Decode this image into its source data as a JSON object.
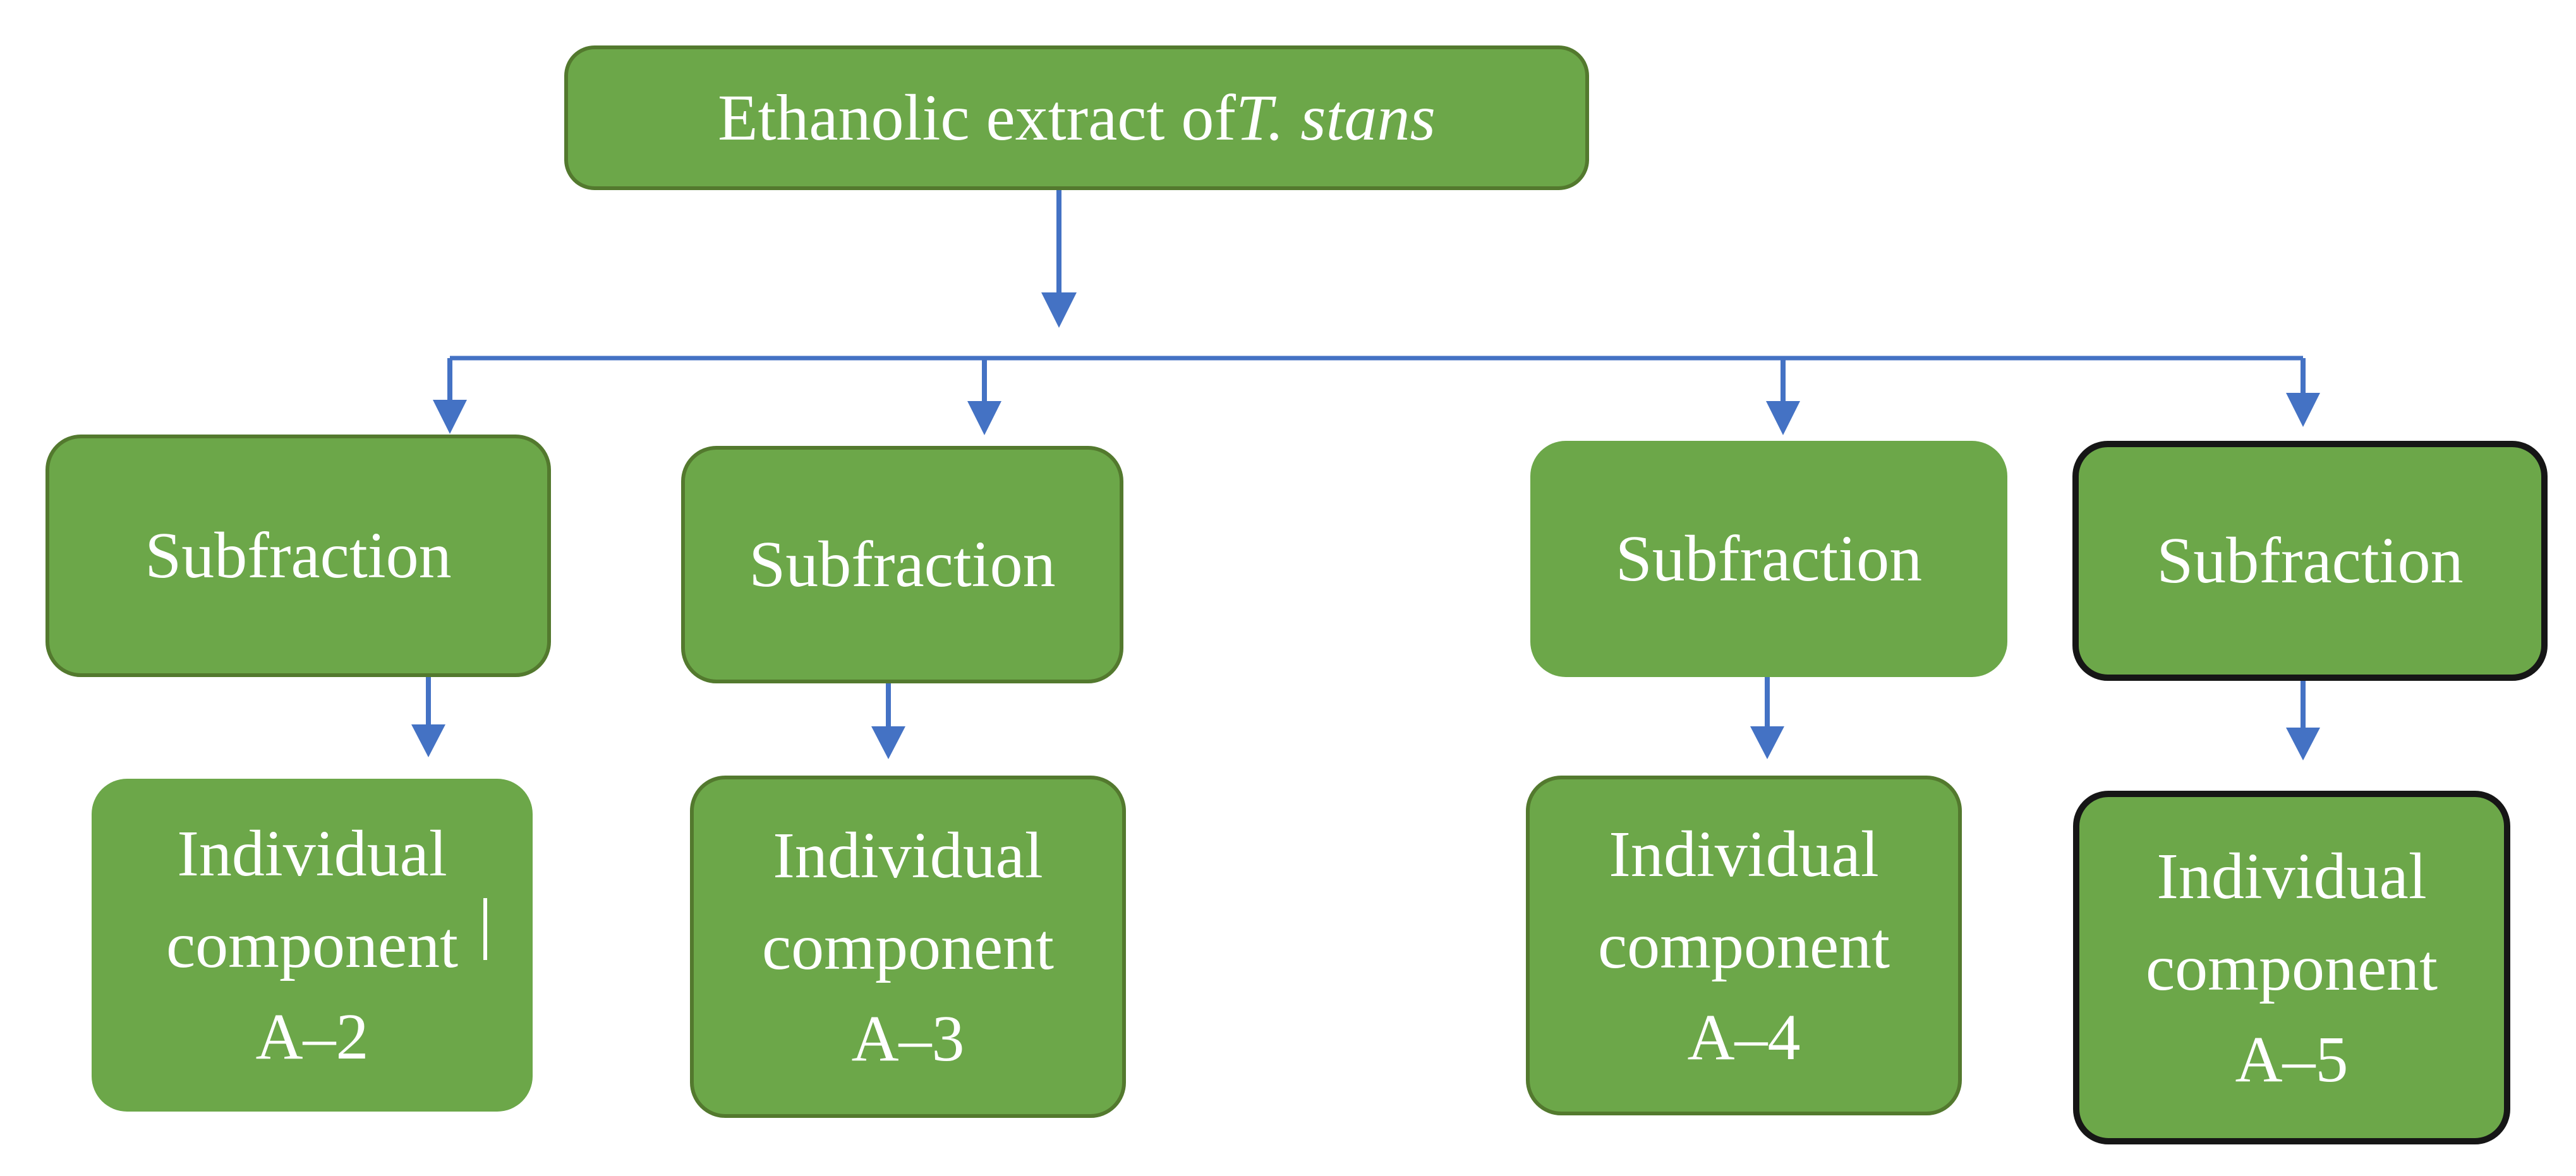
{
  "diagram": {
    "type": "flowchart",
    "root": {
      "label": "Ethanolic extract of T. stans",
      "label_regular": "Ethanolic extract of ",
      "label_italic": "T. stans"
    },
    "subfractions": [
      {
        "label": "Subfraction"
      },
      {
        "label": "Subfraction"
      },
      {
        "label": "Subfraction"
      },
      {
        "label": "Subfraction"
      }
    ],
    "components": [
      {
        "line1": "Individual",
        "line2": "component",
        "line3": "A–2"
      },
      {
        "line1": "Individual",
        "line2": "component",
        "line3": "A–3"
      },
      {
        "line1": "Individual",
        "line2": "component",
        "line3": "A–4"
      },
      {
        "line1": "Individual",
        "line2": "component",
        "line3": "A–5"
      }
    ],
    "colors": {
      "node_fill": "#6CA749",
      "node_border_green": "#53792E",
      "node_border_black": "#161616",
      "arrow": "#4472C4",
      "node_text": "#FFFFFF",
      "background": "#FFFFFF"
    }
  }
}
